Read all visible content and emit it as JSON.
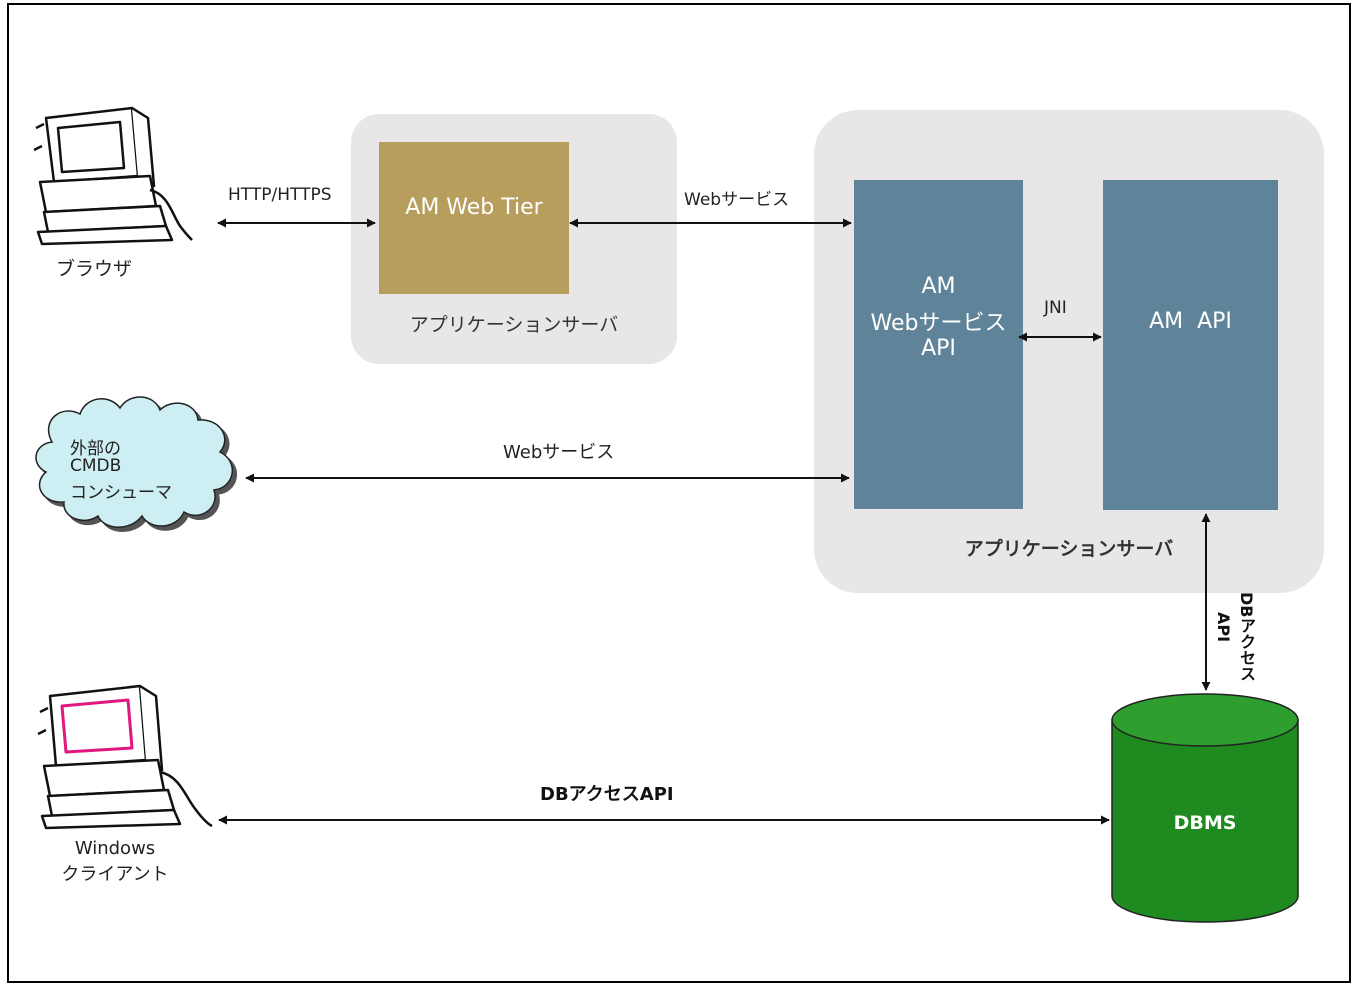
{
  "nodes": {
    "browser_label": "ブラウザ",
    "web_tier_label": "AM Web Tier",
    "app_server_left_label": "アプリケーションサーバ",
    "ws_api_line1": "AM",
    "ws_api_line2": "Webサービス",
    "ws_api_line3": "API",
    "am_api_label": "AM  API",
    "app_server_right_label": "アプリケーションサーバ",
    "cloud_line1": "外部の",
    "cloud_line2": "CMDB",
    "cloud_line3": "コンシューマ",
    "windows_line1": "Windows",
    "windows_line2": "クライアント",
    "dbms_label": "DBMS"
  },
  "connections": {
    "http_label": "HTTP/HTTPS",
    "webservice_top_label": "Webサービス",
    "jni_label": "JNI",
    "webservice_mid_label": "Webサービス",
    "db_access_vertical_line1": "DBアクセス",
    "db_access_vertical_line2": "API",
    "db_access_bottom_label": "DBアクセスAPI"
  },
  "colors": {
    "web_tier": "#b89e5d",
    "service_box": "#5f8399",
    "server_container": "#e8e7e5",
    "cloud_fill": "#cdeef2",
    "dbms_fill": "#1f8a1f",
    "monitor_screen_accent": "#e0177f"
  }
}
